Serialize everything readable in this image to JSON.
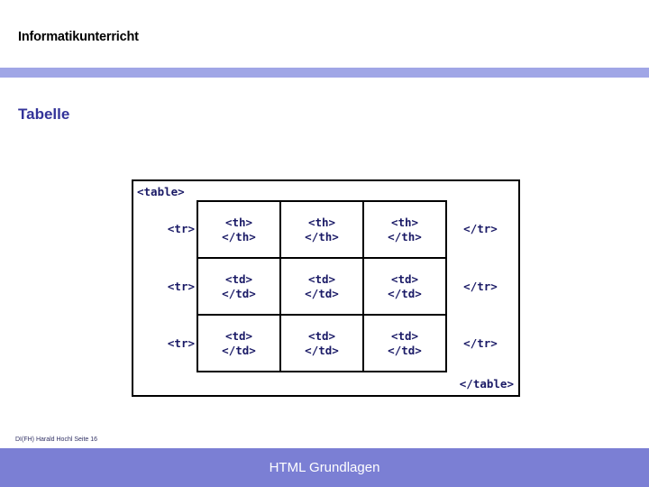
{
  "slide": {
    "title": "Informatikunterricht",
    "heading": "Tabelle",
    "accent_bar_color": "#a0a6e6",
    "heading_color": "#333399",
    "footer_bar_color": "#7b7fd4"
  },
  "diagram": {
    "type": "html-table-structure",
    "code_color": "#1a1a66",
    "table_open": "<table>",
    "table_close": "</table>",
    "rows": [
      {
        "tr_open": "<tr>",
        "tr_close": "</tr>",
        "cells": [
          {
            "open": "<th>",
            "close": "</th>"
          },
          {
            "open": "<th>",
            "close": "</th>"
          },
          {
            "open": "<th>",
            "close": "</th>"
          }
        ]
      },
      {
        "tr_open": "<tr>",
        "tr_close": "</tr>",
        "cells": [
          {
            "open": "<td>",
            "close": "</td>"
          },
          {
            "open": "<td>",
            "close": "</td>"
          },
          {
            "open": "<td>",
            "close": "</td>"
          }
        ]
      },
      {
        "tr_open": "<tr>",
        "tr_close": "</tr>",
        "cells": [
          {
            "open": "<td>",
            "close": "</td>"
          },
          {
            "open": "<td>",
            "close": "</td>"
          },
          {
            "open": "<td>",
            "close": "</td>"
          }
        ]
      }
    ]
  },
  "footer": {
    "credit": "DI(FH) Harald Hochl  Seite 16",
    "bar_label": "HTML Grundlagen"
  }
}
